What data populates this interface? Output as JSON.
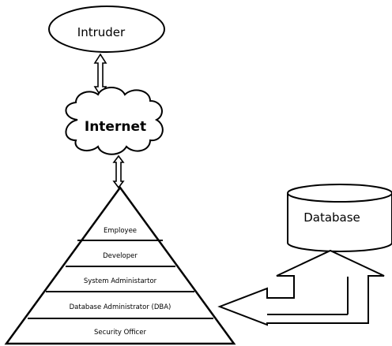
{
  "nodes": {
    "intruder": "Intruder",
    "internet": "Internet",
    "database": "Database"
  },
  "pyramid_tiers": [
    "Employee",
    "Developer",
    "System Administartor",
    "Database Administrator (DBA)",
    "Security Officer"
  ]
}
